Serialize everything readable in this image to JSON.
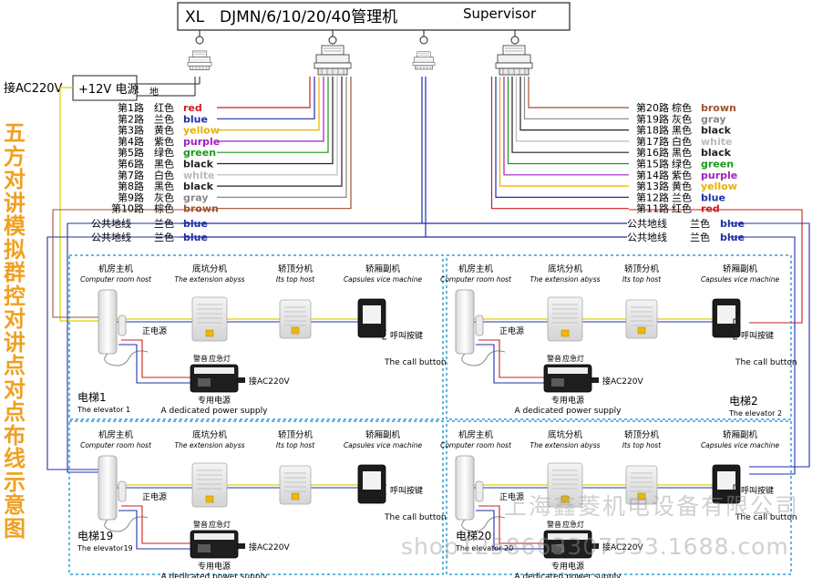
{
  "header": {
    "brand": "XL",
    "model": "DJMN/6/10/20/40管理机",
    "english": "Supervisor"
  },
  "power": {
    "input": "接AC220V",
    "output": "+12V 电源",
    "ground": "地"
  },
  "side_title": "五方对讲模拟群控对讲点对点布线示意图",
  "left_lines": [
    {
      "cn": "第1路",
      "color_cn": "红色",
      "color_en": "red",
      "hex": "#cc1f1f"
    },
    {
      "cn": "第2路",
      "color_cn": "兰色",
      "color_en": "blue",
      "hex": "#1f2fa8"
    },
    {
      "cn": "第3路",
      "color_cn": "黄色",
      "color_en": "yellow",
      "hex": "#e8b000"
    },
    {
      "cn": "第4路",
      "color_cn": "紫色",
      "color_en": "purple",
      "hex": "#a020c0"
    },
    {
      "cn": "第5路",
      "color_cn": "绿色",
      "color_en": "green",
      "hex": "#1a9a1a"
    },
    {
      "cn": "第6路",
      "color_cn": "黑色",
      "color_en": "black",
      "hex": "#222222"
    },
    {
      "cn": "第7路",
      "color_cn": "白色",
      "color_en": "white",
      "hex": "#bbbbbb"
    },
    {
      "cn": "第8路",
      "color_cn": "黑色",
      "color_en": "black",
      "hex": "#222222"
    },
    {
      "cn": "第9路",
      "color_cn": "灰色",
      "color_en": "gray",
      "hex": "#888888"
    },
    {
      "cn": "第10路",
      "color_cn": "棕色",
      "color_en": "brown",
      "hex": "#a0522d"
    }
  ],
  "right_lines": [
    {
      "cn": "第20路",
      "color_cn": "棕色",
      "color_en": "brown",
      "hex": "#a0522d"
    },
    {
      "cn": "第19路",
      "color_cn": "灰色",
      "color_en": "gray",
      "hex": "#888888"
    },
    {
      "cn": "第18路",
      "color_cn": "黑色",
      "color_en": "black",
      "hex": "#222222"
    },
    {
      "cn": "第17路",
      "color_cn": "白色",
      "color_en": "white",
      "hex": "#bbbbbb"
    },
    {
      "cn": "第16路",
      "color_cn": "黑色",
      "color_en": "black",
      "hex": "#222222"
    },
    {
      "cn": "第15路",
      "color_cn": "绿色",
      "color_en": "green",
      "hex": "#1a9a1a"
    },
    {
      "cn": "第14路",
      "color_cn": "紫色",
      "color_en": "purple",
      "hex": "#a020c0"
    },
    {
      "cn": "第13路",
      "color_cn": "黄色",
      "color_en": "yellow",
      "hex": "#e8b000"
    },
    {
      "cn": "第12路",
      "color_cn": "兰色",
      "color_en": "blue",
      "hex": "#1f2fa8"
    },
    {
      "cn": "第11路",
      "color_cn": "红色",
      "color_en": "red",
      "hex": "#cc1f1f"
    }
  ],
  "common_ground": {
    "cn": "公共地线",
    "color_cn": "兰色",
    "color_en": "blue",
    "hex": "#1f2fa8"
  },
  "device_labels": {
    "room_cn": "机房主机",
    "room_en": "Computer room host",
    "pit_cn": "底坑分机",
    "pit_en": "The extension abyss",
    "top_cn": "轿顶分机",
    "top_en": "Its top host",
    "car_cn": "轿厢副机",
    "car_en": "Capsules vice machine",
    "call_cn": "呼叫按键",
    "call_en": "The call button",
    "psu_cn": "专用电源",
    "psu_en": "A dedicated power supply",
    "psu_ac": "接AC220V",
    "pos_power": "正电源",
    "alarm": "警音",
    "emergency": "应急灯"
  },
  "elevators": [
    {
      "cn": "电梯1",
      "en": "The elevator 1"
    },
    {
      "cn": "电梯2",
      "en": "The elevator 2"
    },
    {
      "cn": "电梯19",
      "en": "The elevator19"
    },
    {
      "cn": "电梯20",
      "en": "The elevator 20"
    }
  ],
  "watermark": {
    "company": "上海鑫菱机电设备有限公司",
    "shop": "shop1258663307533.1688.com"
  }
}
